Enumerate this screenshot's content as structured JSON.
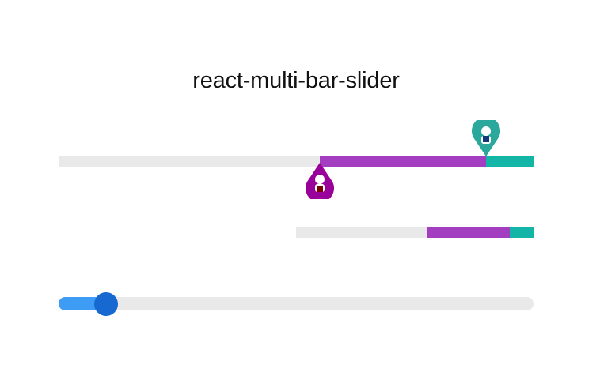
{
  "app": {
    "title": "react-multi-bar-slider"
  },
  "colors": {
    "track": "#e9e9ea",
    "purple": "#a23ebf",
    "teal": "#12b5a6",
    "pin_purple": "#990099",
    "pin_teal": "#2aa89c",
    "range_fill": "#3e9cf4",
    "range_handle": "#1769d1"
  },
  "main_slider": {
    "progress": [
      {
        "name": "purple",
        "start": 0.55,
        "end": 0.9
      },
      {
        "name": "teal",
        "start": 0.9,
        "end": 1.0
      }
    ],
    "handles": [
      {
        "name": "purple-handle",
        "value": 0.55,
        "position": "below",
        "icon": "pin-icon"
      },
      {
        "name": "teal-handle",
        "value": 0.9,
        "position": "above",
        "icon": "pin-icon"
      }
    ]
  },
  "mini_slider": {
    "progress": [
      {
        "name": "purple",
        "start": 0.55,
        "end": 0.9
      },
      {
        "name": "teal",
        "start": 0.9,
        "end": 1.0
      }
    ]
  },
  "range_slider": {
    "value": 0.1
  }
}
